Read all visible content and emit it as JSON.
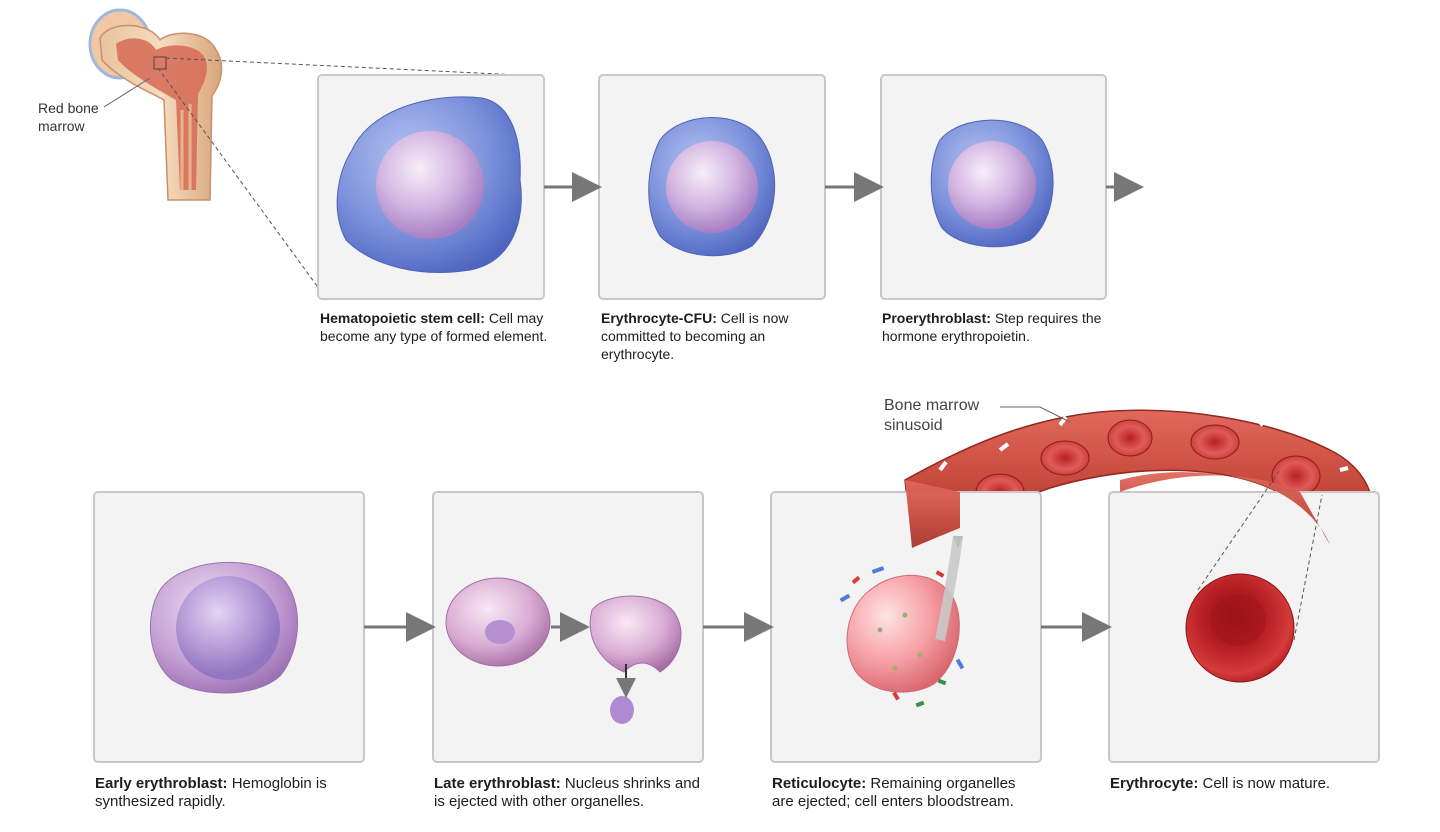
{
  "labels": {
    "red_bone_marrow": "Red bone marrow",
    "sinusoid": "Bone marrow sinusoid"
  },
  "stages": [
    {
      "term": "Hematopoietic stem cell:",
      "desc": "Cell may become any type of formed element."
    },
    {
      "term": "Erythrocyte-CFU:",
      "desc": "Cell is now committed to becoming an erythrocyte."
    },
    {
      "term": "Proerythroblast:",
      "desc": "Step requires the hormone erythropoietin."
    },
    {
      "term": "Early erythroblast:",
      "desc": "Hemoglobin is synthesized rapidly."
    },
    {
      "term": "Late erythroblast:",
      "desc": "Nucleus shrinks and is ejected with other organelles."
    },
    {
      "term": "Reticulocyte:",
      "desc": "Remaining organelles are ejected; cell enters bloodstream."
    },
    {
      "term": "Erythrocyte:",
      "desc": "Cell is now mature."
    }
  ],
  "colors": {
    "cytoplasm_blue": "#6f86d6",
    "nucleus_purple": "#c9a6d8",
    "erythroblast_pink": "#c89bd0",
    "reticulocyte_pink": "#f08a92",
    "erythrocyte_red": "#c8262b",
    "vessel_red": "#c94a3e",
    "arrow_gray": "#777777"
  }
}
